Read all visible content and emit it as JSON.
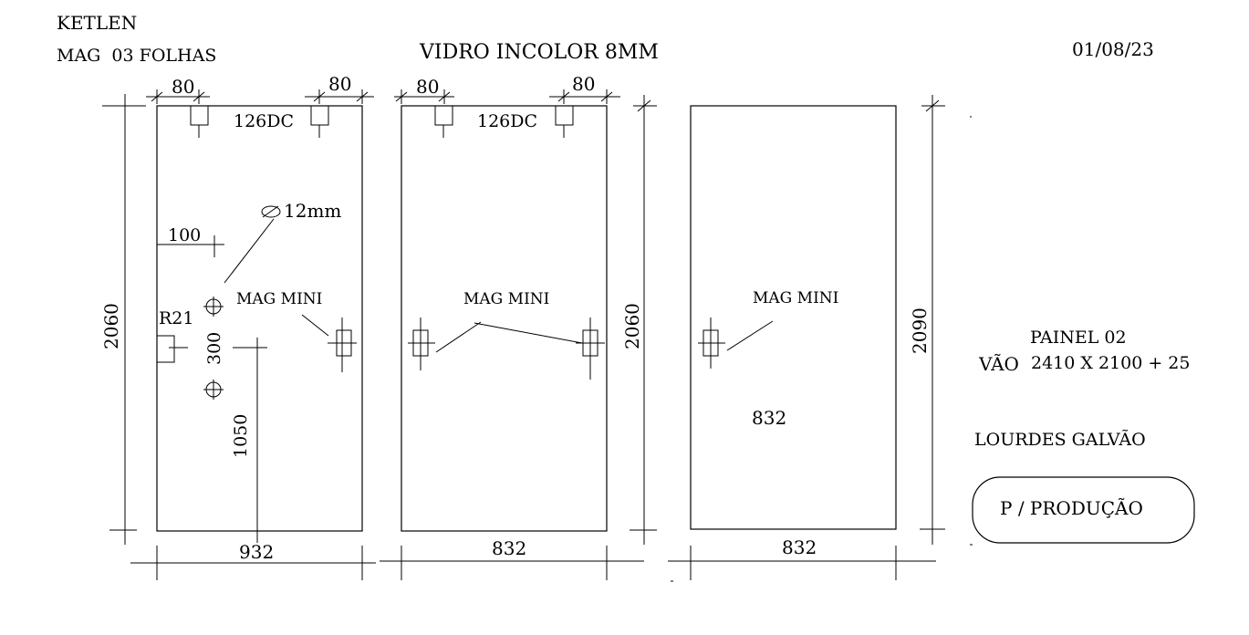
{
  "header": {
    "client": "KETLEN",
    "subtitle": "MAG  03 FOLHAS",
    "title": "VIDRO INCOLOR 8MM",
    "date": "01/08/23"
  },
  "panels": [
    {
      "width_label": "932",
      "height_label": "2060",
      "top_offset_left": "80",
      "top_offset_right": "80",
      "hinge_label": "126DC",
      "hole_label": "12mm",
      "hole_offset_label": "100",
      "radius_label": "R21",
      "hole_spacing_label": "300",
      "handle_height_label": "1050",
      "mag_label": "MAG MINI"
    },
    {
      "width_label": "832",
      "height_label": "2060",
      "top_offset_left": "80",
      "top_offset_right": "80",
      "hinge_label": "126DC",
      "mag_label": "MAG MINI"
    },
    {
      "width_label": "832",
      "height_label": "2090",
      "center_label": "832",
      "mag_label": "MAG MINI"
    }
  ],
  "info": {
    "panel": "PAINEL 02",
    "span_prefix": "VÃO",
    "span_value": "2410 X 2100 + 25",
    "customer_name": "LOURDES GALVÃO",
    "status_box": "P / PRODUÇÃO"
  }
}
